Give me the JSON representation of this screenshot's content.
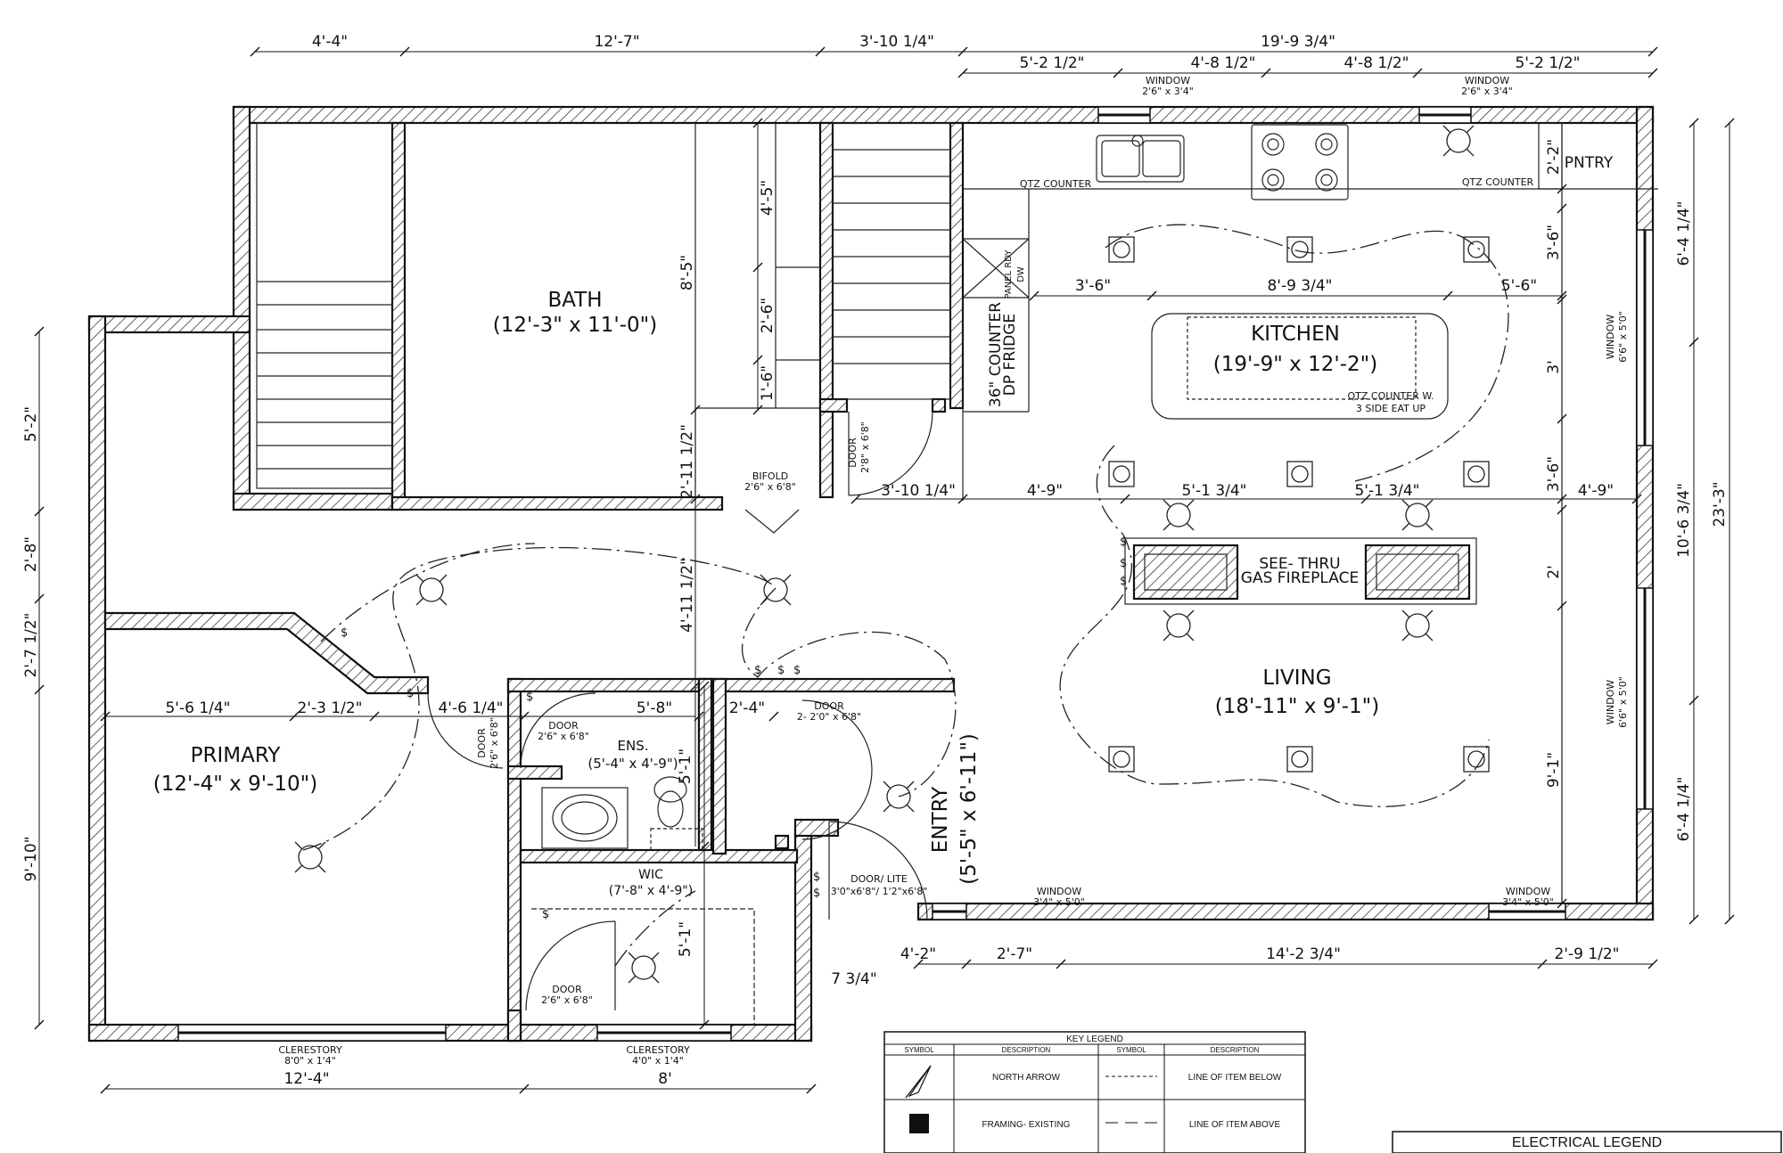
{
  "rooms": {
    "bath": {
      "name": "BATH",
      "size": "(12'-3\" x 11'-0\")"
    },
    "kitchen": {
      "name": "KITCHEN",
      "size": "(19'-9\" x 12'-2\")"
    },
    "living": {
      "name": "LIVING",
      "size": "(18'-11\" x 9'-1\")"
    },
    "primary": {
      "name": "PRIMARY",
      "size": "(12'-4\" x 9'-10\")"
    },
    "ensuite": {
      "name": "ENS.",
      "size": "(5'-4\" x 4'-9\")"
    },
    "wic": {
      "name": "WIC",
      "size": "(7'-8\" x 4'-9\")"
    },
    "entry": {
      "name": "ENTRY",
      "size": "(5'-5\" x 6'-11\")"
    },
    "pantry": {
      "name": "PNTRY"
    }
  },
  "dimensions": {
    "top_row1": [
      "4'-4\"",
      "12'-7\"",
      "3'-10 1/4\"",
      "19'-9 3/4\""
    ],
    "top_row2": [
      "5'-2 1/2\"",
      "4'-8 1/2\"",
      "4'-8 1/2\"",
      "5'-2 1/2\""
    ],
    "left": [
      "5'-2\"",
      "2'-8\"",
      "2'-7 1/2\"",
      "9'-10\""
    ],
    "right_outer": "23'-3\"",
    "right_inner": [
      "6'-4 1/4\"",
      "10'-6 3/4\"",
      "6'-4 1/4\""
    ],
    "right_kitchen": [
      "2'-2\"",
      "3'-6\"",
      "3'",
      "3'-6\"",
      "2'",
      "9'-1\""
    ],
    "bottom_left": [
      "12'-4\"",
      "8'"
    ],
    "bottom_right": [
      "4'-2\"",
      "2'-7\"",
      "14'-2 3/4\"",
      "2'-9 1/2\""
    ],
    "entry_small": "7 3/4\"",
    "stair_vert": [
      "4'-5\"",
      "2'-6\"",
      "1'-6\""
    ],
    "bath_height": "8'-5\"",
    "hall_vert": [
      "2'-11 1/2\"",
      "4'-11 1/2\""
    ],
    "kitchen_row": [
      "3'-6\"",
      "8'-9 3/4\"",
      "5'-6\""
    ],
    "corridor_row": [
      "3'-10 1/4\"",
      "4'-9\"",
      "5'-1 3/4\"",
      "5'-1 3/4\"",
      "4'-9\""
    ],
    "primary_row": [
      "5'-6 1/4\"",
      "2'-3 1/2\"",
      "4'-6 1/4\"",
      "5'-8\"",
      "2'-4\""
    ],
    "ens_vert": "5'-1\"",
    "wic_vert": "5'-1\""
  },
  "labels": {
    "window_top": [
      "WINDOW",
      "2'6\" x 3'4\""
    ],
    "window_right": [
      "WINDOW",
      "6'6\" x 5'0\""
    ],
    "window_bottom": [
      "WINDOW",
      "3'4\" x 5'0\""
    ],
    "clerestory_1": [
      "CLERESTORY",
      "8'0\" x 1'4\""
    ],
    "clerestory_2": [
      "CLERESTORY",
      "4'0\" x 1'4\""
    ],
    "qtz_counter": "QTZ COUNTER",
    "panel_rdy": "PANEL RDY",
    "dw": "DW",
    "counter_36": "36\" COUNTER",
    "dp_fridge": "DP FRIDGE",
    "island": [
      "QTZ COUNTER W.",
      "3 SIDE EAT UP"
    ],
    "fireplace": [
      "SEE- THRU",
      "GAS FIREPLACE"
    ],
    "bifold": [
      "BIFOLD",
      "2'6\" x 6'8\""
    ],
    "door_stair": [
      "DOOR",
      "2'8\" x 6'8\""
    ],
    "door_primary": [
      "DOOR",
      "2'6\" x 6'8\""
    ],
    "door_ens": [
      "DOOR",
      "2'6\" x 6'8\""
    ],
    "door_closet": [
      "DOOR",
      "2- 2'0\" x 6'8\""
    ],
    "door_wic": [
      "DOOR",
      "2'6\" x 6'8\""
    ],
    "door_entry": [
      "DOOR/ LITE",
      "3'0\"x6'8\"/ 1'2\"x6'8\""
    ]
  },
  "key_legend": {
    "title": "KEY LEGEND",
    "headers": [
      "SYMBOL",
      "DESCRIPTION",
      "SYMBOL",
      "DESCRIPTION"
    ],
    "rows": [
      {
        "desc1": "NORTH ARROW",
        "desc2": "LINE OF ITEM BELOW"
      },
      {
        "desc1": "FRAMING- EXISTING",
        "desc2": "LINE OF ITEM ABOVE"
      }
    ]
  },
  "electrical_legend": {
    "title": "ELECTRICAL LEGEND"
  },
  "switch_symbol": "$"
}
